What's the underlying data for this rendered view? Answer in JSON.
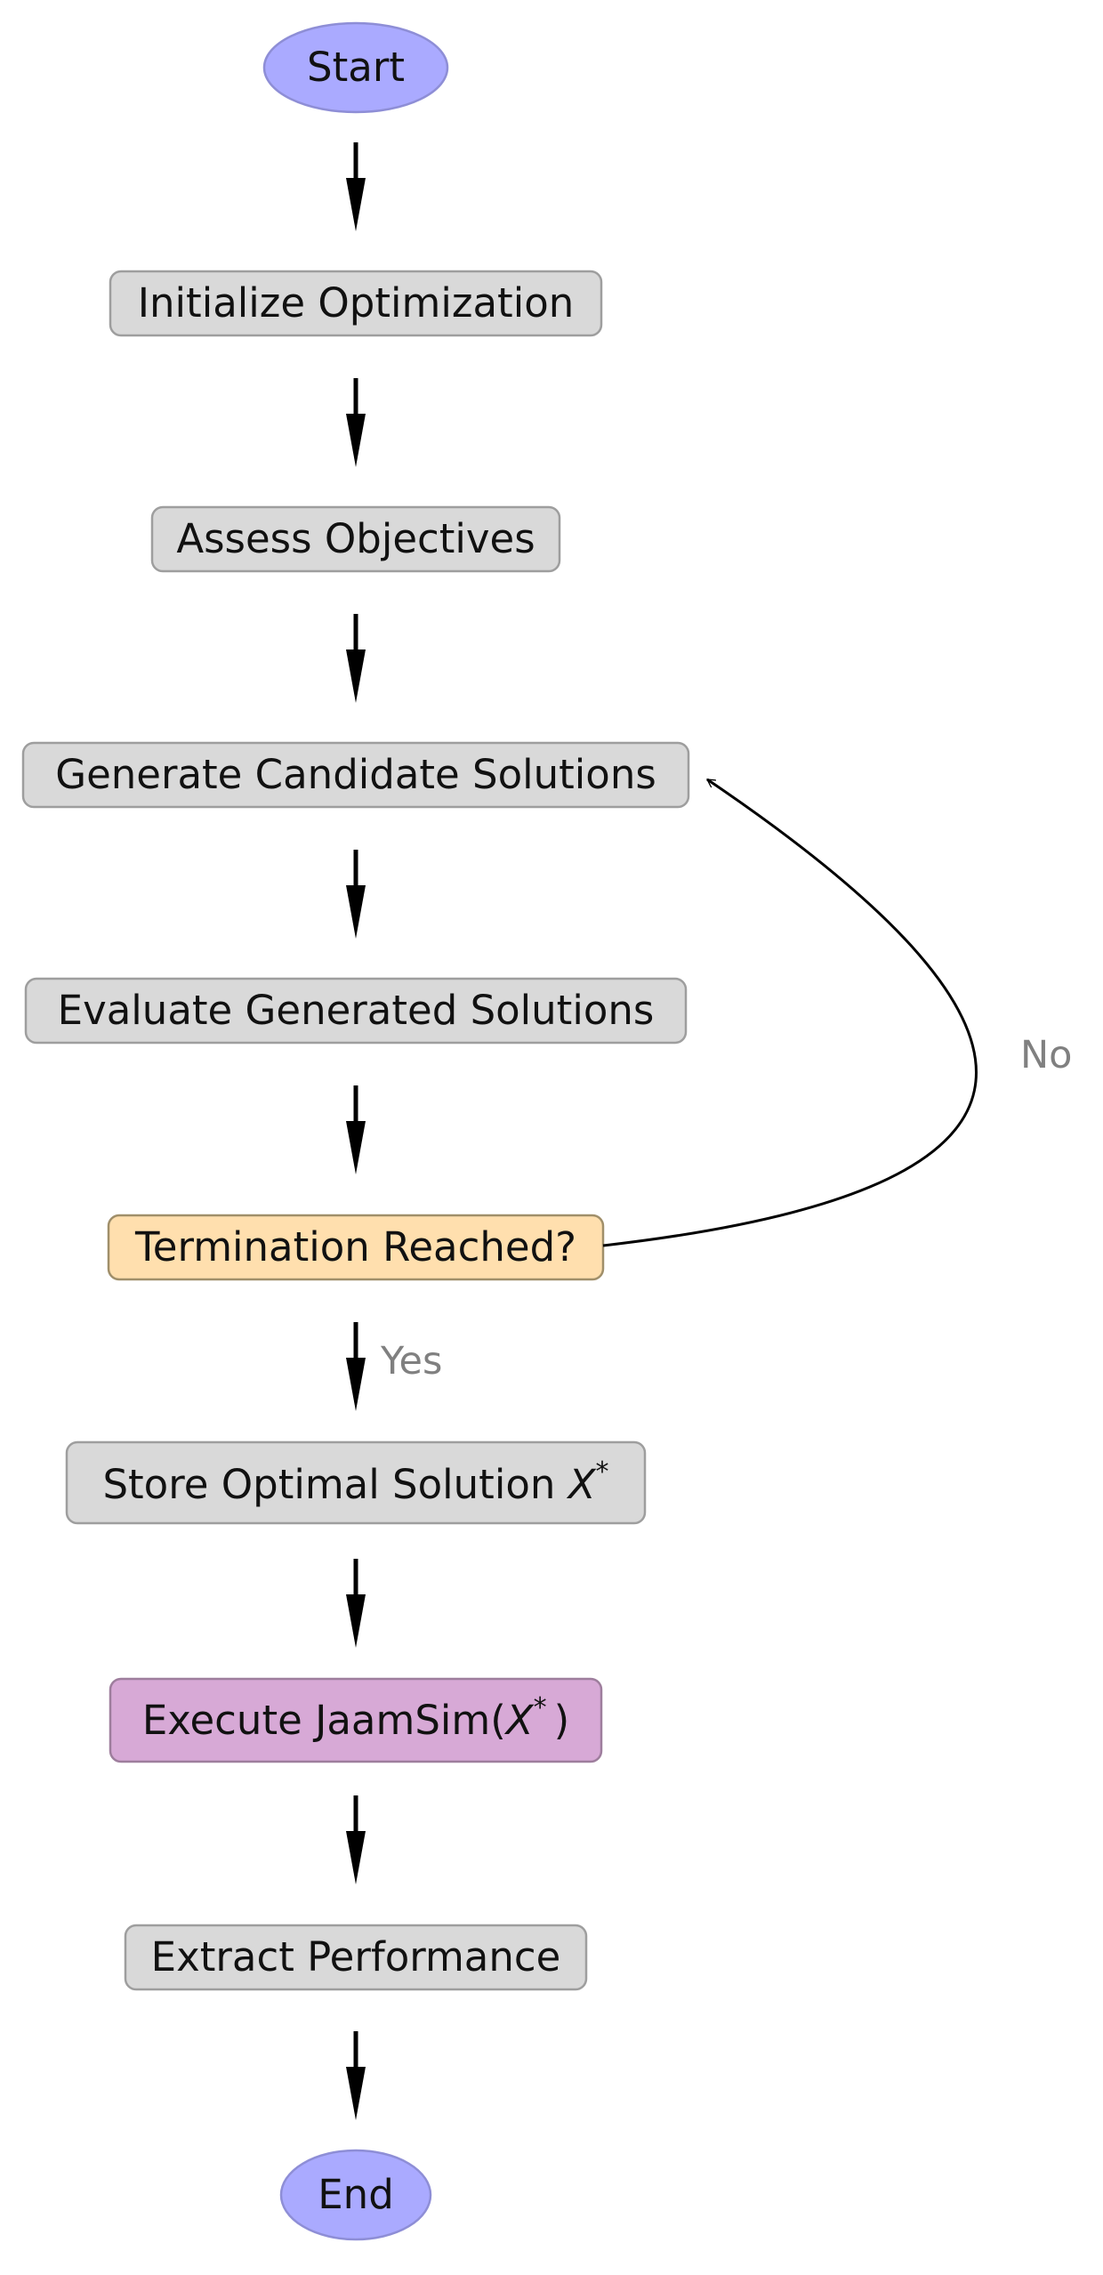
{
  "diagram": {
    "colors": {
      "terminal_fill": "#aaaaff",
      "terminal_stroke": "#8e8ed6",
      "process_fill": "#d9d9d9",
      "process_stroke": "#9e9e9e",
      "decision_fill": "#ffdfae",
      "decision_stroke": "#a08f6a",
      "simulation_fill": "#d7a9d6",
      "simulation_stroke": "#9e7e9d",
      "arrow": "#000000",
      "label": "#808080"
    },
    "nodes": {
      "start": {
        "label": "Start",
        "shape": "ellipse"
      },
      "initialize": {
        "label": "Initialize Optimization",
        "shape": "rounded-box"
      },
      "assess": {
        "label": "Assess Objectives",
        "shape": "rounded-box"
      },
      "generate": {
        "label": "Generate Candidate Solutions",
        "shape": "rounded-box"
      },
      "evaluate": {
        "label": "Evaluate Generated Solutions",
        "shape": "rounded-box"
      },
      "termination": {
        "label": "Termination Reached?",
        "shape": "rounded-box"
      },
      "store": {
        "label_prefix": "Store Optimal Solution ",
        "variable": "X",
        "superscript": "*",
        "shape": "rounded-box"
      },
      "execute": {
        "label_prefix": "Execute JaamSim(",
        "variable": "X",
        "superscript": "*",
        "label_suffix": ")",
        "shape": "rounded-box"
      },
      "extract": {
        "label": "Extract Performance",
        "shape": "rounded-box"
      },
      "end": {
        "label": "End",
        "shape": "ellipse"
      }
    },
    "edges": {
      "yes_label": "Yes",
      "no_label": "No"
    }
  }
}
